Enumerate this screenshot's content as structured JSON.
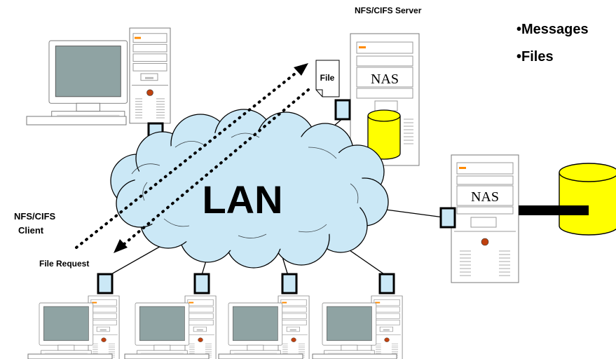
{
  "diagram": {
    "server_label": "NFS/CIFS Server",
    "client_label_line1": "NFS/CIFS",
    "client_label_line2": "Client",
    "file_request_label": "File Request",
    "file_label": "File",
    "lan_label": "LAN",
    "nas_label_1": "NAS",
    "nas_label_2": "NAS",
    "bullets": [
      "•Messages",
      "•Files"
    ]
  },
  "colors": {
    "cloud_fill": "#cbe8f6",
    "disk_fill": "#ffff00",
    "monitor_screen": "#8fa3a3",
    "device_fill": "#ffffff",
    "outline": "#000000",
    "panel_orange": "#ff8a00"
  }
}
